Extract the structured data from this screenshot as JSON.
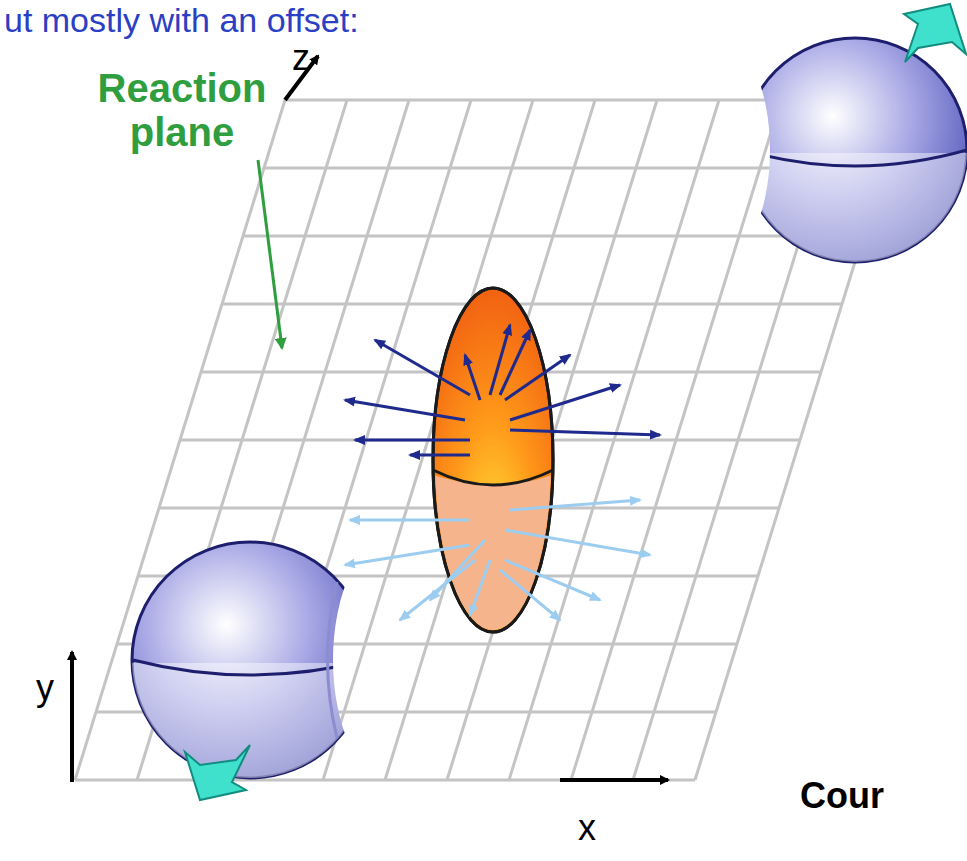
{
  "diagram": {
    "labels": [
      "ut mostly with an offset:",
      "Reaction plane",
      "z",
      "y",
      "x",
      "Cour"
    ]
  }
}
